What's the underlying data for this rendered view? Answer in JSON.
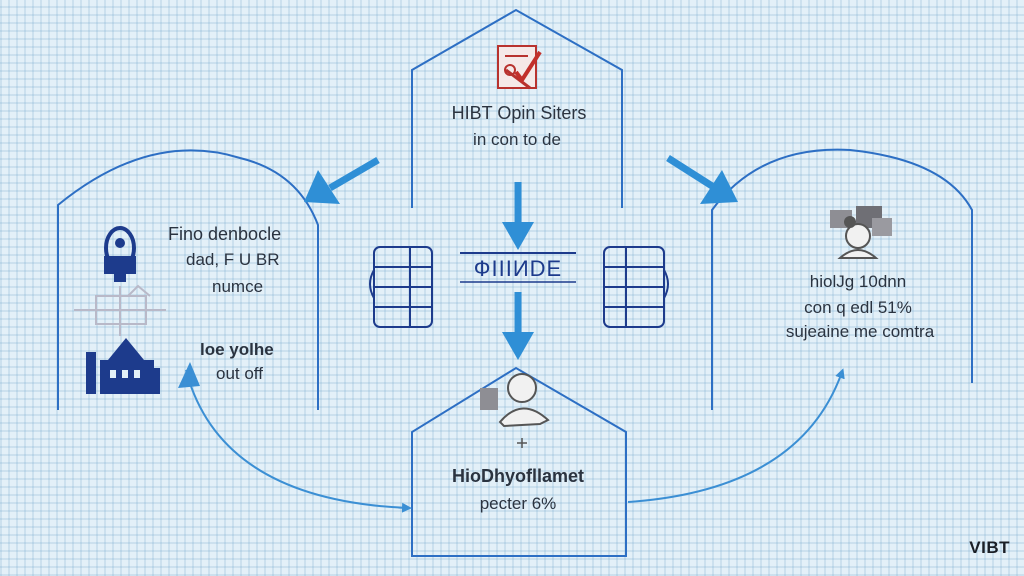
{
  "top_box": {
    "title": "HIBT Opin Siters",
    "subtitle": "in con to de",
    "icon": "checklist-icon"
  },
  "center": {
    "label": "ФIIIИDE"
  },
  "left_box": {
    "title": "Fino denbocle",
    "line1": "dad, F U BR",
    "line2": "numce",
    "lower_title": "loe yolhe",
    "lower_line": "out off",
    "icons": [
      "lock-icon",
      "document-icon",
      "building-icon"
    ]
  },
  "right_box": {
    "title": "hiolJg 10dnn",
    "line1": "con q edl 51%",
    "line2": "sujeaine me comtra",
    "icon": "user-devices-icon"
  },
  "bottom_box": {
    "title": "HioDhyofllamet",
    "line1": "pecter 6%",
    "icon": "user-devices-icon"
  },
  "logo": "VIBT",
  "colors": {
    "outline": "#2d6fc4",
    "arrow": "#2f8fd6",
    "navy": "#1d3b8c",
    "text": "#2a3340"
  }
}
